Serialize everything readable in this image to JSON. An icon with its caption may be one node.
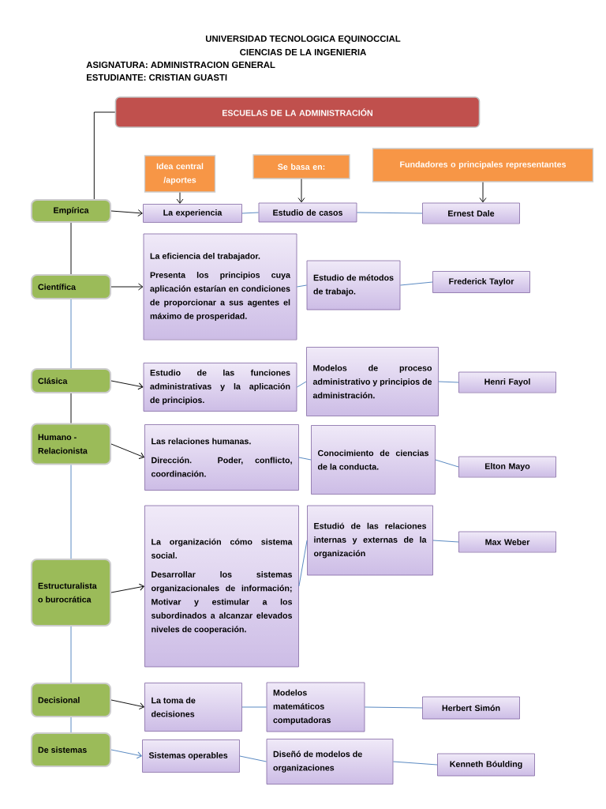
{
  "diagram": {
    "nodes": [
      {
        "text": [
          "ESCUELAS DE LA ADMINISTRACIÓN"
        ]
      },
      {
        "text": [
          "Idea central /aportes"
        ]
      },
      {
        "text": [
          "Se basa en:"
        ]
      },
      {
        "text": [
          "Fundadores o principales representantes"
        ]
      },
      {
        "text": [
          "Empírica"
        ]
      },
      {
        "text": [
          "La experiencia"
        ]
      },
      {
        "text": [
          "Estudio de casos"
        ]
      },
      {
        "text": [
          "Ernest Dale"
        ]
      },
      {
        "text": [
          "Científica"
        ]
      },
      {
        "text": [
          "La eficiencia del trabajador.",
          "Presenta los principios cuya aplicación estarían en condiciones de proporcionar a sus agentes el máximo de prosperidad."
        ]
      },
      {
        "text": [
          "Estudio de métodos de trabajo."
        ]
      },
      {
        "text": [
          "Frederick Taylor"
        ]
      },
      {
        "text": [
          "Clásica"
        ]
      },
      {
        "text": [
          "Estudio de las funciones administrativas y la aplicación de principios."
        ]
      },
      {
        "text": [
          "Modelos de proceso administrativo y principios de administración."
        ]
      },
      {
        "text": [
          "Henri Fayol"
        ]
      },
      {
        "text": [
          "Humano - Relacionista"
        ]
      },
      {
        "text": [
          "Las relaciones humanas.",
          "Dirección. Poder, conflicto, coordinación."
        ]
      },
      {
        "text": [
          "Conocimiento de ciencias de la conducta."
        ]
      },
      {
        "text": [
          "Elton Mayo"
        ]
      },
      {
        "text": [
          "Estructuralista o burocrática"
        ]
      },
      {
        "text": [
          "La organización cómo sistema social.",
          "Desarrollar los sistemas organizacionales de información; Motivar y estimular a los subordinados a alcanzar elevados niveles de cooperación."
        ]
      },
      {
        "text": [
          "Estudió de las relaciones internas y externas de la organización"
        ]
      },
      {
        "text": [
          "Max Weber"
        ]
      },
      {
        "text": [
          "Decisional"
        ]
      },
      {
        "text": [
          "La toma de decisiones"
        ]
      },
      {
        "text": [
          "Modelos matemáticos computadoras"
        ]
      },
      {
        "text": [
          "Herbert Simón"
        ]
      },
      {
        "text": [
          "De sistemas"
        ]
      },
      {
        "text": [
          "Sistemas operables"
        ]
      },
      {
        "text": [
          "Diseñó de modelos de organizaciones"
        ]
      },
      {
        "text": [
          "Kenneth Bóulding"
        ]
      }
    ],
    "edges": [
      {
        "from": 0,
        "to": 4,
        "arrow": "none",
        "color": "#000000"
      },
      {
        "from": 1,
        "to": 5,
        "arrow": "to",
        "color": "#000000"
      },
      {
        "from": 2,
        "to": 6,
        "arrow": "to",
        "color": "#000000"
      },
      {
        "from": 3,
        "to": 7,
        "arrow": "to",
        "color": "#000000"
      },
      {
        "from": 4,
        "to": 5,
        "arrow": "to",
        "color": "#000000"
      },
      {
        "from": 5,
        "to": 6,
        "arrow": "none"
      },
      {
        "from": 6,
        "to": 7,
        "arrow": "none"
      },
      {
        "from": 4,
        "to": 8,
        "arrow": "none",
        "color": "#000000"
      },
      {
        "from": 8,
        "to": 9,
        "arrow": "to",
        "color": "#000000"
      },
      {
        "from": 9,
        "to": 10,
        "arrow": "none"
      },
      {
        "from": 10,
        "to": 11,
        "arrow": "none"
      },
      {
        "from": 8,
        "to": 12,
        "arrow": "none"
      },
      {
        "from": 12,
        "to": 13,
        "arrow": "to",
        "color": "#000000"
      },
      {
        "from": 13,
        "to": 14,
        "arrow": "none"
      },
      {
        "from": 14,
        "to": 15,
        "arrow": "none"
      },
      {
        "from": 12,
        "to": 16,
        "arrow": "none",
        "color": "#000000"
      },
      {
        "from": 16,
        "to": 17,
        "arrow": "to",
        "color": "#000000"
      },
      {
        "from": 17,
        "to": 18,
        "arrow": "none"
      },
      {
        "from": 18,
        "to": 19,
        "arrow": "none"
      },
      {
        "from": 16,
        "to": 20,
        "arrow": "none"
      },
      {
        "from": 20,
        "to": 21,
        "arrow": "to",
        "color": "#000000"
      },
      {
        "from": 21,
        "to": 22,
        "arrow": "none"
      },
      {
        "from": 22,
        "to": 23,
        "arrow": "none"
      },
      {
        "from": 20,
        "to": 24,
        "arrow": "none"
      },
      {
        "from": 24,
        "to": 25,
        "arrow": "to",
        "color": "#000000"
      },
      {
        "from": 25,
        "to": 26,
        "arrow": "none"
      },
      {
        "from": 26,
        "to": 27,
        "arrow": "none"
      },
      {
        "from": 24,
        "to": 28,
        "arrow": "none"
      },
      {
        "from": 28,
        "to": 29,
        "arrow": "to"
      },
      {
        "from": 29,
        "to": 30,
        "arrow": "none"
      },
      {
        "from": 30,
        "to": 31,
        "arrow": "none"
      }
    ],
    "labels": [
      "UNIVERSIDAD TECNOLOGICA EQUINOCCIAL",
      "CIENCIAS DE LA INGENIERIA",
      "ASIGNATURA: ADMINISTRACION GENERAL",
      "ESTUDIANTE: CRISTIAN GUASTI"
    ]
  }
}
